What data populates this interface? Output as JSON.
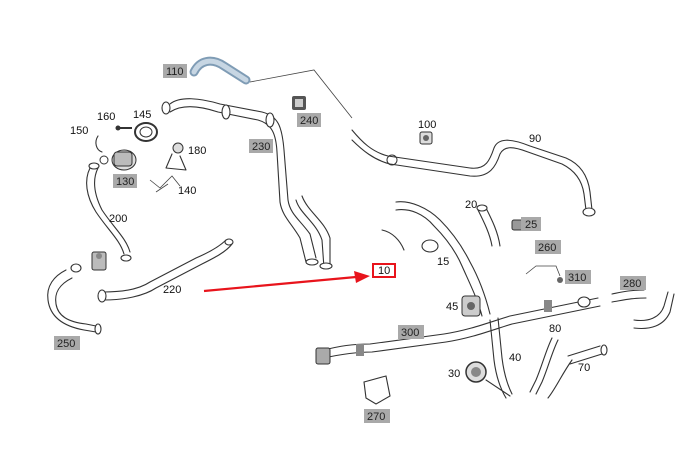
{
  "labels": {
    "p10": "10",
    "p15": "15",
    "p20": "20",
    "p25": "25",
    "p30": "30",
    "p40": "40",
    "p45": "45",
    "p70": "70",
    "p80": "80",
    "p90": "90",
    "p100": "100",
    "p110": "110",
    "p130": "130",
    "p140": "140",
    "p145": "145",
    "p150": "150",
    "p160": "160",
    "p180": "180",
    "p200": "200",
    "p220": "220",
    "p230": "230",
    "p240": "240",
    "p250": "250",
    "p260": "260",
    "p270": "270",
    "p280": "280",
    "p300": "300",
    "p310": "310"
  },
  "colors": {
    "highlight": "#e8141c",
    "callout_bg": "#a9a9a9",
    "line": "#333333"
  }
}
